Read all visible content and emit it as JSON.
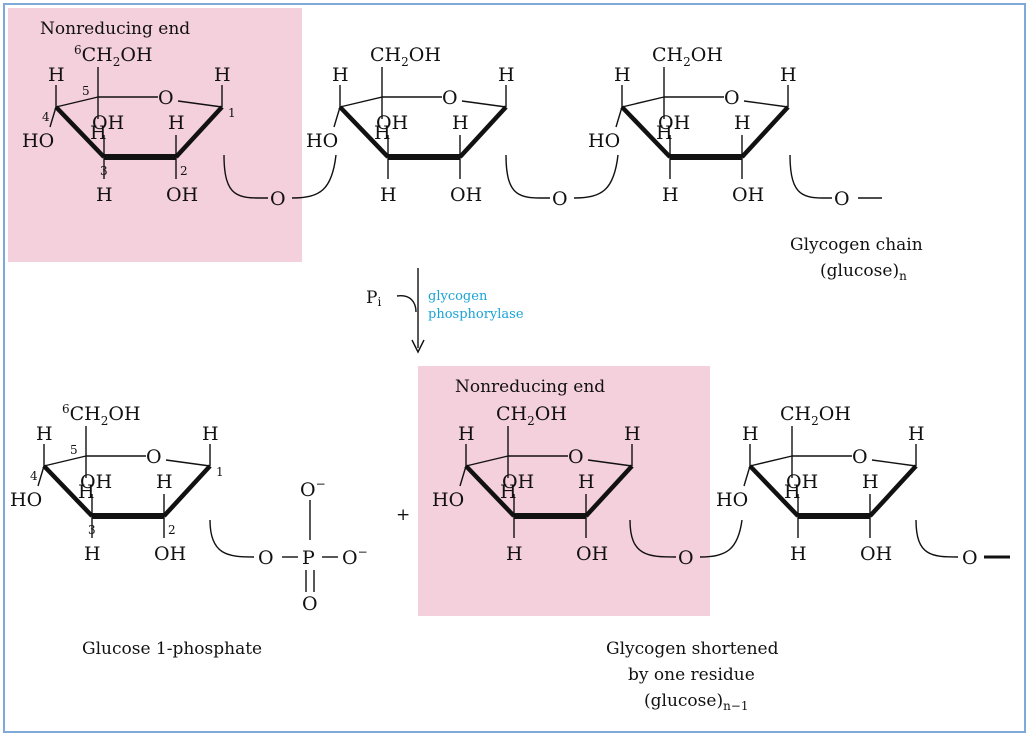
{
  "colors": {
    "highlight": "#f4cfdc",
    "frame": "#7fa9d6",
    "enzyme": "#1aa3d6",
    "ink": "#111111"
  },
  "labels": {
    "nonreducing_top": "Nonreducing end",
    "nonreducing_bottom": "Nonreducing end",
    "glycogen_chain_1": "Glycogen chain",
    "glycogen_chain_2": "(glucose)",
    "glycogen_chain_2_sub": "n",
    "pi": "P",
    "pi_sub": "i",
    "enzyme_1": "glycogen",
    "enzyme_2": "phosphorylase",
    "plus": "+",
    "g1p": "Glucose 1-phosphate",
    "short_1": "Glycogen shortened",
    "short_2": "by one residue",
    "short_3": "(glucose)",
    "short_3_sub": "n−1"
  },
  "atoms": {
    "ch2oh": "CH",
    "ch2oh_sub": "2",
    "ch2oh_tail": "OH",
    "o": "O",
    "h": "H",
    "oh": "OH",
    "ho": "HO",
    "p": "P",
    "o_minus": "O",
    "minus": "−"
  },
  "ring_numbers": [
    "1",
    "2",
    "3",
    "4",
    "5",
    "6"
  ]
}
